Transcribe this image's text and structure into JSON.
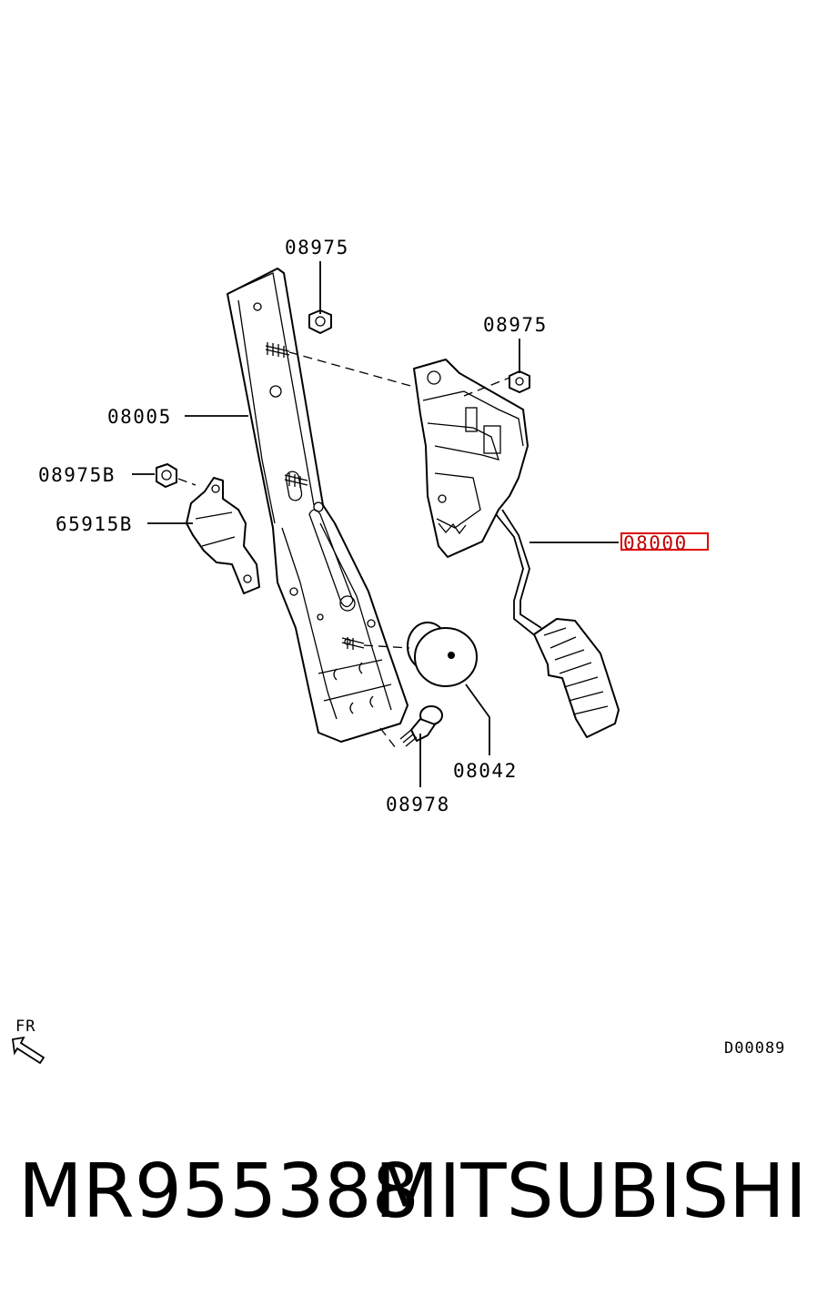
{
  "callouts": {
    "nut_top": "08975",
    "nut_right": "08975",
    "bracket": "08005",
    "nut_b": "08975B",
    "sensor_b": "65915B",
    "pedal_assy": "08000",
    "stopper": "08042",
    "bolt": "08978"
  },
  "direction": {
    "label": "FR"
  },
  "diagram_code": "D00089",
  "footer": {
    "part_number": "MR955388",
    "brand": "MITSUBISHI"
  },
  "highlight_color": "#e00000"
}
